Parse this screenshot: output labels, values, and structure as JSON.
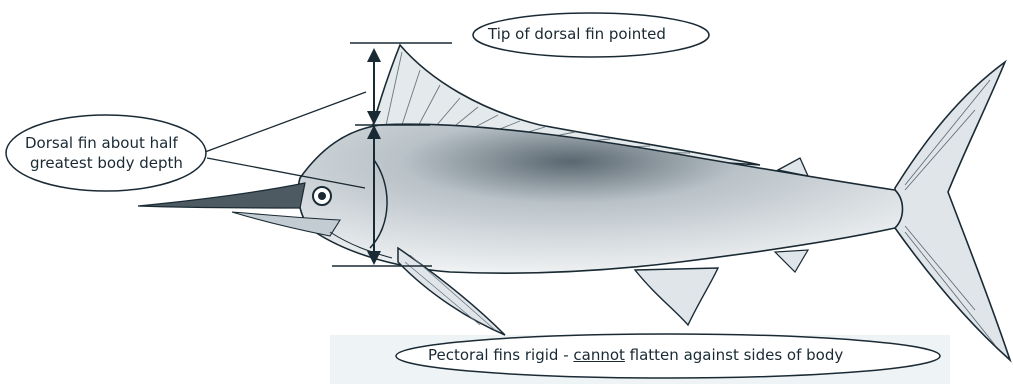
{
  "labels": {
    "dorsal_tip": "Tip of dorsal fin pointed",
    "dorsal_half_line1": "Dorsal fin about half",
    "dorsal_half_line2": "greatest body depth",
    "pectoral_before": "Pectoral fins rigid - ",
    "pectoral_emphasis": "cannot",
    "pectoral_after": " flatten against sides of body"
  },
  "colors": {
    "background": "#ffffff",
    "body_shading": "#e9eef1",
    "ink": "#1a2a34",
    "label_tint": "#d6e4ec"
  }
}
